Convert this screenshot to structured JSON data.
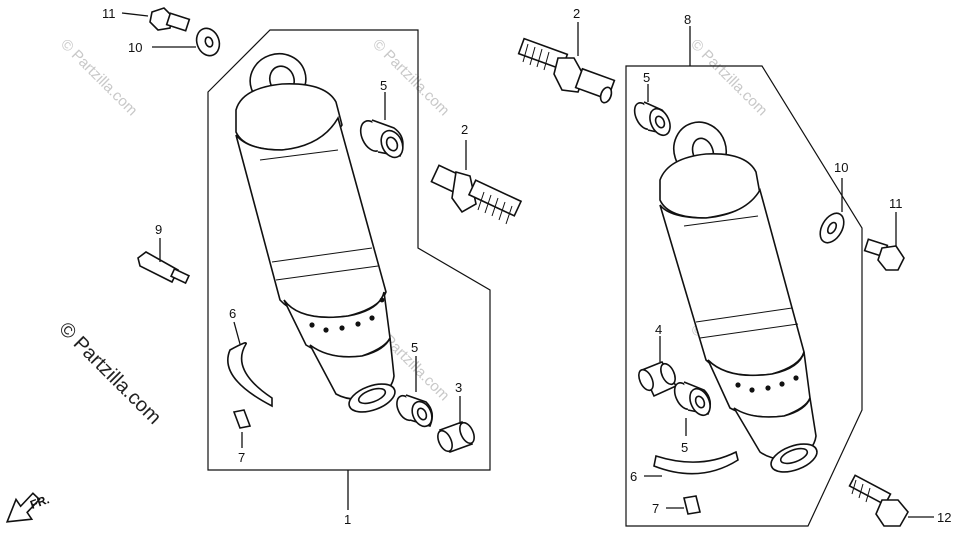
{
  "watermark": {
    "site": "© Partzilla.com"
  },
  "direction_indicator": "FR.",
  "left_assembly": {
    "labels": {
      "p11": "11",
      "p10": "10",
      "p9": "9",
      "p6": "6",
      "p7": "7",
      "p5_top": "5",
      "p2": "2",
      "p5_bottom": "5",
      "p3": "3",
      "p1": "1"
    }
  },
  "right_assembly": {
    "labels": {
      "p2": "2",
      "p8": "8",
      "p5_top": "5",
      "p10": "10",
      "p11": "11",
      "p4": "4",
      "p5_bottom": "5",
      "p6": "6",
      "p7": "7",
      "p12": "12"
    }
  },
  "icons": [
    "shock-absorber",
    "bolt",
    "washer",
    "bushing",
    "stud",
    "collar",
    "clip",
    "arrow-left"
  ]
}
